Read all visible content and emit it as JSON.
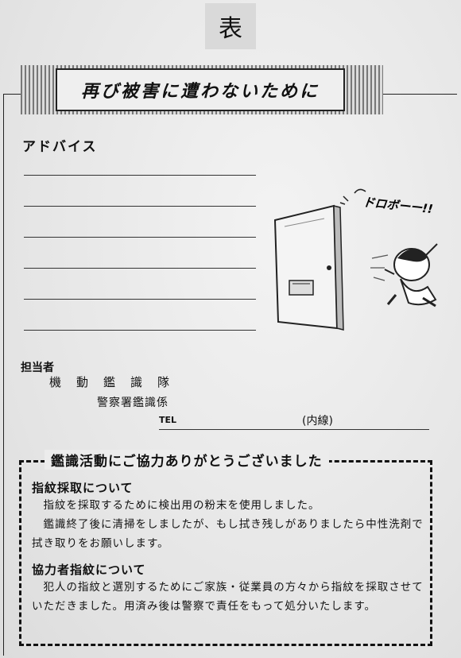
{
  "side_label": "表",
  "banner": {
    "title": "再び被害に遭わないために"
  },
  "advice": {
    "label": "アドバイス",
    "lines": 6
  },
  "illustration": {
    "speech": "ドロボーー!!"
  },
  "staff": {
    "label": "担当者",
    "unit": "機動鑑識隊",
    "section": "警察署鑑識係",
    "tel_label": "TEL",
    "extension": "(内線)"
  },
  "notice": {
    "title": "鑑識活動にご協力ありがとうございました",
    "sections": [
      {
        "heading": "指紋採取について",
        "body": "　指紋を採取するために検出用の粉末を使用しました。\n　鑑識終了後に清掃をしましたが、もし拭き残しがありましたら中性洗剤で拭き取りをお願いします。"
      },
      {
        "heading": "協力者指紋について",
        "body": "　犯人の指紋と選別するためにご家族・従業員の方々から指紋を採取させていただきました。用済み後は警察で責任をもって処分いたします。"
      }
    ]
  },
  "colors": {
    "ink": "#111111",
    "paper": "#e9e9e9"
  }
}
